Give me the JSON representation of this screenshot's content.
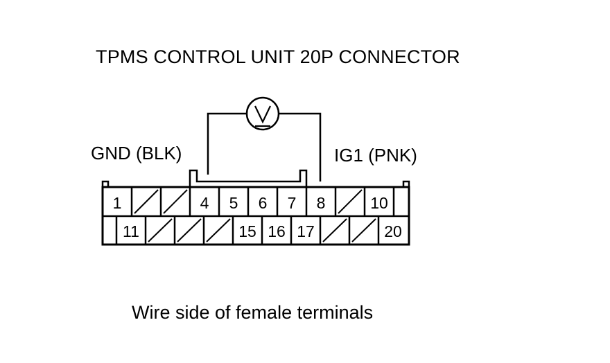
{
  "title": "TPMS CONTROL UNIT 20P CONNECTOR",
  "labels": {
    "gnd": "GND (BLK)",
    "ig1": "IG1 (PNK)"
  },
  "meter": {
    "symbol": "V",
    "icon": "voltmeter-icon"
  },
  "connector": {
    "top_row": [
      "1",
      "",
      "",
      "4",
      "5",
      "6",
      "7",
      "8",
      "",
      "10"
    ],
    "bottom_row": [
      "11",
      "",
      "",
      "",
      "15",
      "16",
      "17",
      "",
      "",
      "20"
    ],
    "probe_terminals": [
      "4",
      "8"
    ]
  },
  "caption": "Wire side of female terminals"
}
